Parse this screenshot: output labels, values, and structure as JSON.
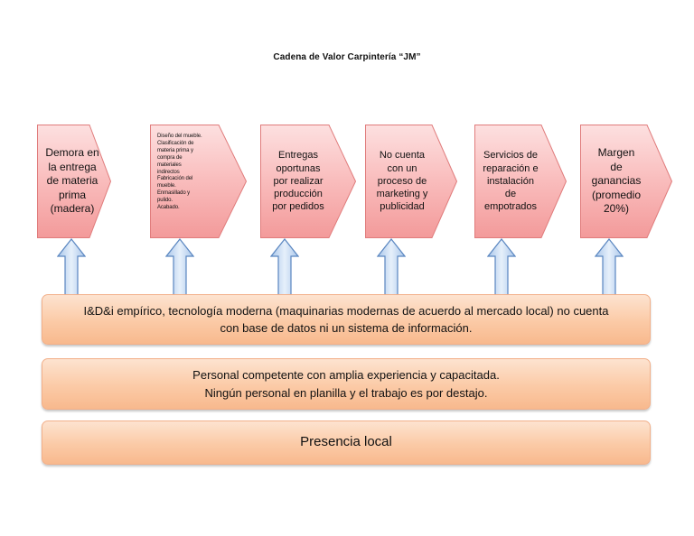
{
  "title": "Cadena de Valor Carpintería “JM”",
  "chevrons": [
    {
      "text": "Demora en\nla entrega\nde materia\nprima\n(madera)"
    },
    {
      "text": "Diseño del mueble.\nClasificación de\nmateria prima y\ncompra de\nmateriales\nindirectos\nFabricación del\nmueble.\nEnmasillado y\npulido.\nAcabado."
    },
    {
      "text": "Entregas\noportunas\npor realizar\nproducción\npor pedidos"
    },
    {
      "text": "No cuenta\ncon un\nproceso de\nmarketing y\npublicidad"
    },
    {
      "text": "Servicios de\nreparación e\ninstalación\nde\nempotrados"
    },
    {
      "text": "Margen\nde\nganancias\n(promedio\n20%)"
    }
  ],
  "bars": [
    {
      "text": "I&D&i empírico, tecnología moderna (maquinarias modernas de acuerdo al mercado local) no cuenta\ncon base de datos ni un sistema de información."
    },
    {
      "text": "Personal competente con amplia experiencia y capacitada.\nNingún personal en planilla y el trabajo es por destajo."
    },
    {
      "text": "Presencia local"
    }
  ],
  "colors": {
    "chevron_fill_top": "#fde0e0",
    "chevron_fill_bottom": "#f49a9a",
    "chevron_stroke": "#e07c7c",
    "arrow_fill": "#c6dbf2",
    "arrow_stroke": "#5a86c0",
    "bar_fill": "#fbcaa6"
  }
}
